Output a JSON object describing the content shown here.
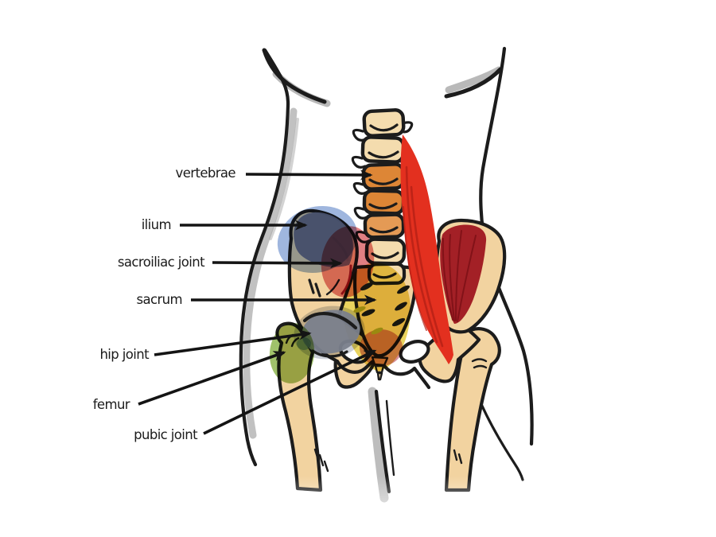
{
  "diagram": {
    "type": "anatomical-illustration",
    "subject": "pelvis, sacrum and lower spine with psoas muscle, anterior view",
    "labels": [
      {
        "id": "vertebrae",
        "text": "vertebrae"
      },
      {
        "id": "ilium",
        "text": "ilium"
      },
      {
        "id": "sacroiliac-joint",
        "text": "sacroiliac joint"
      },
      {
        "id": "sacrum",
        "text": "sacrum"
      },
      {
        "id": "hip-joint",
        "text": "hip joint"
      },
      {
        "id": "femur",
        "text": "femur"
      },
      {
        "id": "pubic-joint",
        "text": "pubic joint"
      }
    ],
    "colors": {
      "background": "#ffffff",
      "outline": "#1c1c1c",
      "bone": "#f2d3a0",
      "vertebra_cream": "#f4dcae",
      "vertebra_orange": "#dd8636",
      "vertebra_orange_light": "#e49a55",
      "psoas_red": "#e3301f",
      "psoas_striation": "#b21f15",
      "iliacus_dark_red": "#a32026",
      "iliacus_striation": "#7c1016",
      "sacrum_yellow": "#e6cb41",
      "si_joint_red": "#d95f63",
      "ilium_blue": "#7f9ed3",
      "crest_gray": "#70707b",
      "hip_gray": "#7a808c",
      "femur_green": "#8fb751",
      "pubic_pink": "#cf7b87",
      "teal_spot": "#64a0bd",
      "slit_mustard": "#9a8a10",
      "body_shadow_gray": "#a7a7a7"
    }
  }
}
